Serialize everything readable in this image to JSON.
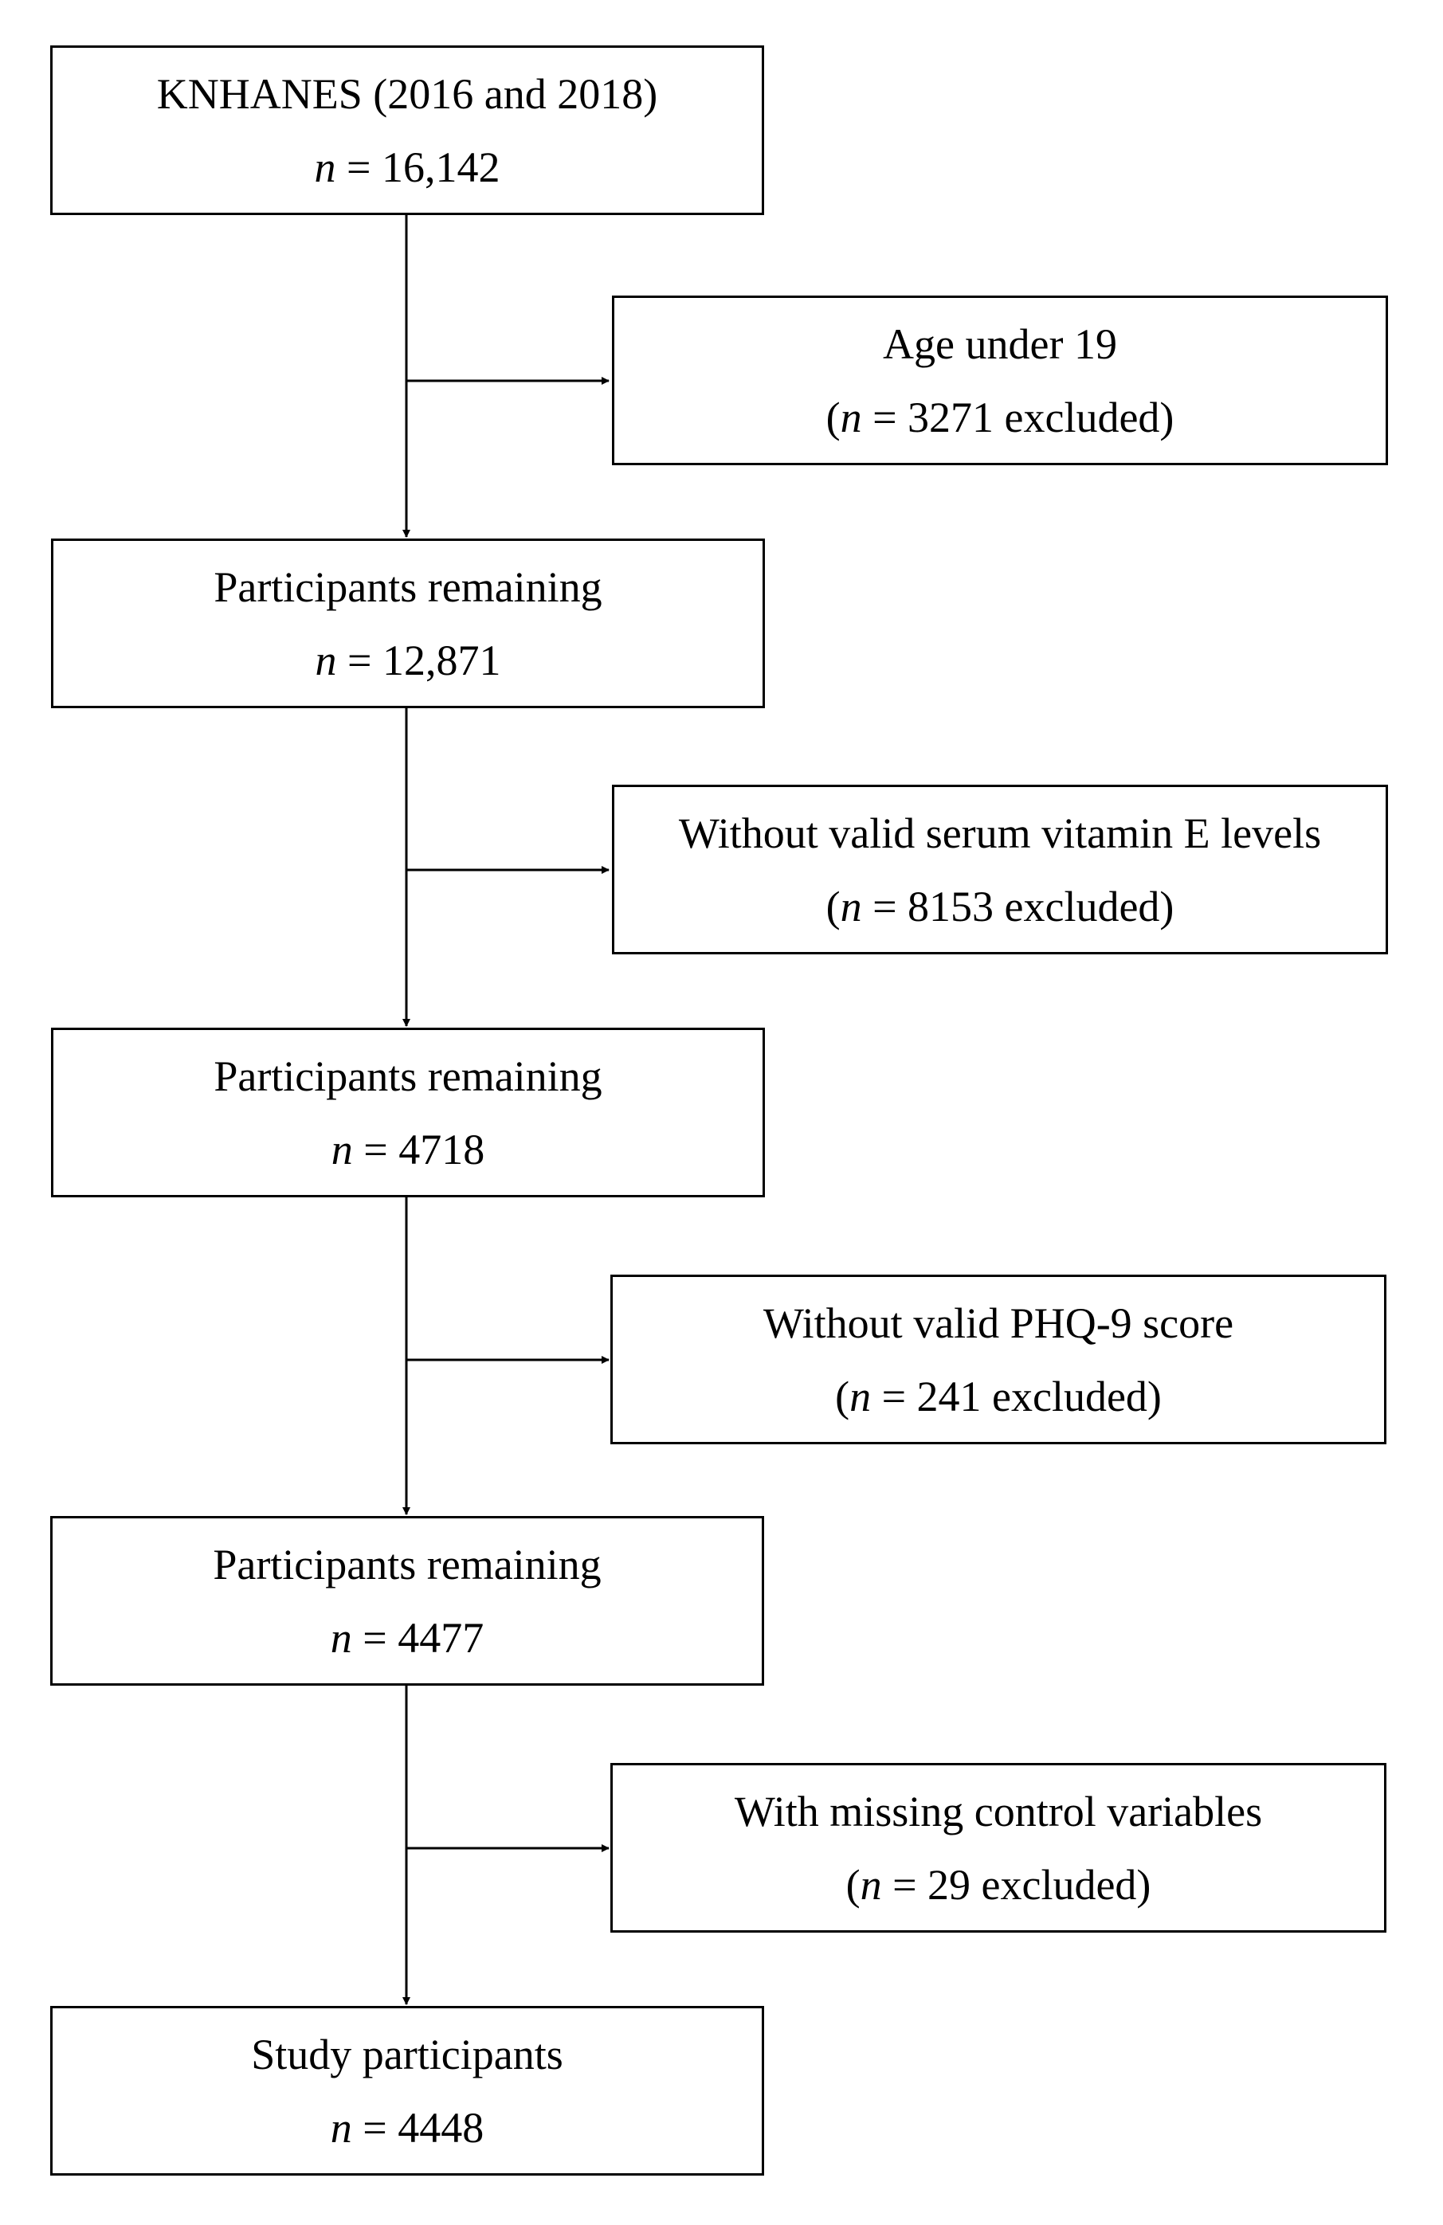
{
  "flowchart": {
    "main_steps": [
      {
        "label": "KNHANES (2016 and 2018)",
        "n_symbol": "n",
        "n_text": " = 16,142"
      },
      {
        "label": "Participants remaining",
        "n_symbol": "n",
        "n_text": " = 12,871"
      },
      {
        "label": "Participants remaining",
        "n_symbol": "n",
        "n_text": " = 4718"
      },
      {
        "label": "Participants remaining",
        "n_symbol": "n",
        "n_text": " = 4477"
      },
      {
        "label": "Study participants",
        "n_symbol": "n",
        "n_text": " = 4448"
      }
    ],
    "exclusions": [
      {
        "label": "Age under 19",
        "open": "(",
        "n_symbol": "n",
        "n_text": " = 3271 excluded)"
      },
      {
        "label": "Without valid serum vitamin E levels",
        "open": "(",
        "n_symbol": "n",
        "n_text": " = 8153 excluded)"
      },
      {
        "label": "Without valid PHQ-9 score",
        "open": "(",
        "n_symbol": "n",
        "n_text": " = 241 excluded)"
      },
      {
        "label": "With missing control variables",
        "open": "(",
        "n_symbol": "n",
        "n_text": " = 29 excluded)"
      }
    ]
  }
}
